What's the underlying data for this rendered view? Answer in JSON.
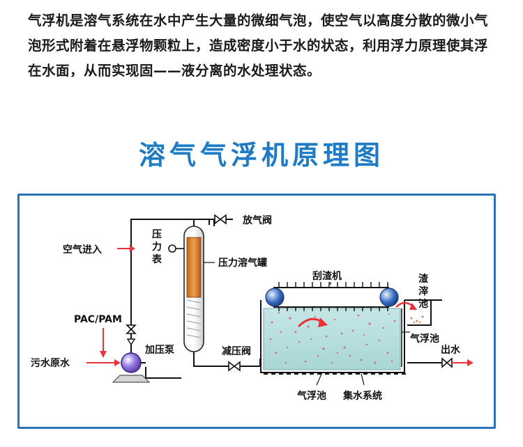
{
  "intro_text": "气浮机是溶气系统在水中产生大量的微细气泡，使空气以高度分散的微小气泡形式附着在悬浮物颗粒上，造成密度小于水的状态，利用浮力原理使其浮在水面，从而实现固——液分离的水处理状态。",
  "diagram_title": "溶气气浮机原理图",
  "labels": {
    "air_vent_valve": "放气阀",
    "pressure_gauge": "压力表",
    "air_inlet": "空气进入",
    "dissolved_air_tank": "压力溶气罐",
    "scraper": "刮渣机",
    "sludge_tank": "渣滓池",
    "chemicals": "PAC/PAM",
    "pressure_pump": "加压泵",
    "raw_sewage": "污水原水",
    "pressure_relief_valve": "减压阀",
    "flotation_tank_right": "气浮池",
    "water_outlet": "出水",
    "flotation_tank_bottom": "气浮池",
    "water_collection": "集水系统"
  },
  "colors": {
    "accent": "#1e7bc4",
    "frame": "#2b73b8",
    "water": "#b8dede",
    "tank_fill": "#d9822b",
    "arrow_red": "#e8333a",
    "pump": "#7b5fd3"
  }
}
